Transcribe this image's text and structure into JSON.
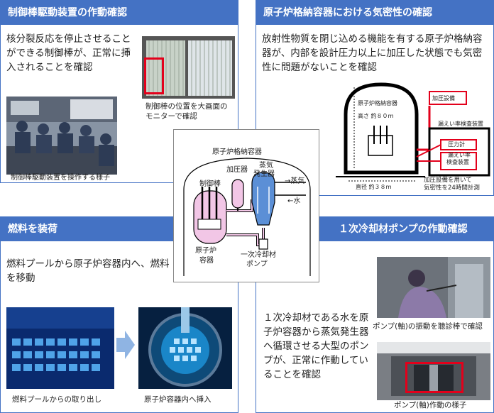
{
  "panels": {
    "control_rod": {
      "title": "制御棒駆動装置の作動確認",
      "body": "核分裂反応を停止させることができる制御棒が、正常に挿入されることを確認",
      "caption_monitor": [
        "制御棒の位置を大画面の",
        "モニターで確認"
      ],
      "caption_operation": "制御棒駆動装置を操作する様子"
    },
    "containment": {
      "title": "原子炉格納容器における気密性の確認",
      "body": "放射性物質を閉じ込める機能を有する原子炉格納容器が、内部を設計圧力以上に加圧した状態でも気密性に問題がないことを確認",
      "diagram": {
        "vessel_label": "原子炉格納容器",
        "height_label": "高さ 約８０ｍ",
        "diameter_label": "直径 約３８ｍ",
        "pressurizer_equipment": "加圧設備",
        "leak_rate_device": "漏えい率検査装置",
        "pressure_gauge": "圧力計",
        "leak_rate_box": [
          "漏えい率",
          "検査装置"
        ],
        "note": [
          "加圧設備を用いて",
          "気密性を24時間計測"
        ]
      }
    },
    "fuel": {
      "title": "燃料を装荷",
      "body": "燃料プールから原子炉容器内へ、燃料を移動",
      "caption_pool": "燃料プールからの取り出し",
      "caption_reactor": "原子炉容器内へ挿入"
    },
    "pump": {
      "title": "１次冷却材ポンプの作動確認",
      "body": "１次冷却材である水を原子炉容器から蒸気発生器へ循環させる大型のポンプが、正常に作動していることを確認",
      "caption_vibration": "ポンプ(軸)の振動を聴診棒で確認",
      "caption_operation": "ポンプ(軸)作動の様子"
    }
  },
  "center": {
    "title": "原子炉格納容器",
    "control_rod": "制御棒",
    "pressurizer": "加圧器",
    "steam_generator": [
      "蒸気",
      "発生器"
    ],
    "steam": "→蒸気",
    "water": "←水",
    "reactor_vessel": [
      "原子炉",
      "容器"
    ],
    "coolant_pump": [
      "一次冷却材",
      "ポンプ"
    ]
  },
  "colors": {
    "header": "#4472c4",
    "arrow": "#e3001b",
    "vessel": "#f2c6e6",
    "steam_generator": "#5b8fd6"
  }
}
